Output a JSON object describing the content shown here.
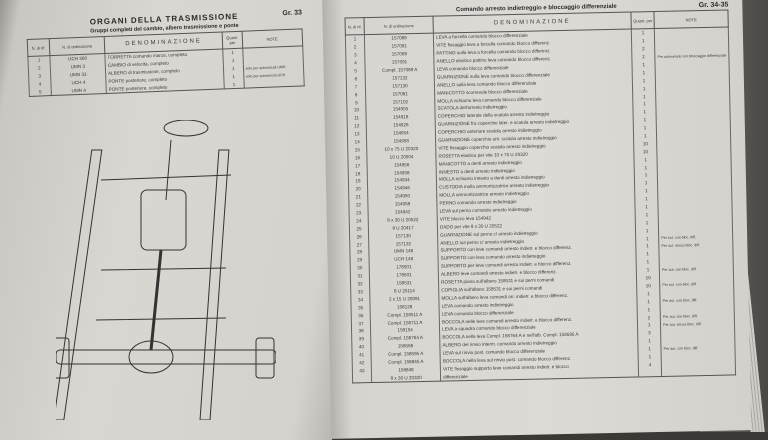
{
  "left_page": {
    "title": "ORGANI DELLA TRASMISSIONE",
    "group": "Gr. 33",
    "subtitle": "Gruppi completi del cambio, albero trasmissione e ponte",
    "columns": {
      "ref": "N. di rif.",
      "order": "N. di ordinazione",
      "name": "DENOMINAZIONE",
      "qty": "Quant. per",
      "notes": "NOTE"
    },
    "rows": [
      {
        "ref": "1",
        "order": "UCH 300",
        "name": "TORRETTA comando marce, completa",
        "qty": "1",
        "note": ""
      },
      {
        "ref": "2",
        "order": "UMN 3",
        "name": "CAMBIO di velocità, completo",
        "qty": "1",
        "note": ""
      },
      {
        "ref": "3",
        "order": "UMN 33",
        "name": "ALBERO di trasmissione, completo",
        "qty": "1",
        "note": "solo per autoveicoli UMN"
      },
      {
        "ref": "4",
        "order": "UCH 4",
        "name": "PONTE posteriore, completo",
        "qty": "1",
        "note": "solo per autoveicoli UCH"
      },
      {
        "ref": "5",
        "order": "UMN 4",
        "name": "PONTE posteriore, completo",
        "qty": "1",
        "note": ""
      }
    ]
  },
  "right_page": {
    "title": "Comando arresto indietreggio e bloccaggio differenziale",
    "group": "Gr. 34-35",
    "columns": {
      "ref": "N. di rif.",
      "order": "N. di ordinazione",
      "name": "DENOMINAZIONE",
      "qty": "Quant. per",
      "notes": "NOTE"
    },
    "rows": [
      {
        "ref": "1",
        "order": "157089",
        "name": "LEVA a forcella comando blocco differenziale",
        "qty": "1",
        "note": ""
      },
      {
        "ref": "2",
        "order": "157091",
        "name": "VITE fissaggio leva a forcella comando blocco differenz.",
        "qty": "1",
        "note": ""
      },
      {
        "ref": "3",
        "order": "157089",
        "name": "PATTINO sulla leva a forcella comando blocco differenz.",
        "qty": "2",
        "note": ""
      },
      {
        "ref": "4",
        "order": "157091",
        "name": "ANELLO elastico pattino leva comando blocco differenz.",
        "qty": "2",
        "note": "Per autoveicoli con bloccaggio differenziale"
      },
      {
        "ref": "5",
        "order": "Compl. 157089 A",
        "name": "LEVA comando blocco differenziale",
        "qty": "1",
        "note": ""
      },
      {
        "ref": "6",
        "order": "157132",
        "name": "GUARNIZIONE sulla leva comando blocco differenziale",
        "qty": "1",
        "note": ""
      },
      {
        "ref": "7",
        "order": "157130",
        "name": "ANELLO sulla leva comando blocco differenziale",
        "qty": "1",
        "note": ""
      },
      {
        "ref": "8",
        "order": "157081",
        "name": "MANICOTTO scorrevole blocco differenziale",
        "qty": "1",
        "note": ""
      },
      {
        "ref": "9",
        "order": "157102",
        "name": "MOLLA richiamo leva comando blocco differenziale",
        "qty": "1",
        "note": ""
      },
      {
        "ref": "10",
        "order": "154955",
        "name": "SCATOLA dell'arresto indietreggio",
        "qty": "1",
        "note": ""
      },
      {
        "ref": "11",
        "order": "154918",
        "name": "COPERCHIO laterale della scatola arresto indietreggio",
        "qty": "1",
        "note": ""
      },
      {
        "ref": "12",
        "order": "154926",
        "name": "GUARNIZIONE fra coperchio later. e scatola arresto indietreggio",
        "qty": "1",
        "note": ""
      },
      {
        "ref": "13",
        "order": "154954",
        "name": "COPERCHIO anteriore scatola arresto indietreggio",
        "qty": "1",
        "note": ""
      },
      {
        "ref": "14",
        "order": "154958",
        "name": "GUARNIZIONE coperchio ant. scatola arresto indietreggio",
        "qty": "1",
        "note": ""
      },
      {
        "ref": "15",
        "order": "10 x 75 U 20320",
        "name": "VITE fissaggio coperchio scatola arresto indietreggio",
        "qty": "10",
        "note": ""
      },
      {
        "ref": "16",
        "order": "10 U 20504",
        "name": "ROSETTA elastica per vite 10 x 75 U 20320",
        "qty": "10",
        "note": ""
      },
      {
        "ref": "17",
        "order": "154956",
        "name": "MANICOTTO a denti arresto indietreggio",
        "qty": "1",
        "note": ""
      },
      {
        "ref": "18",
        "order": "154958",
        "name": "INNESTO a denti arresto indietreggio",
        "qty": "1",
        "note": ""
      },
      {
        "ref": "19",
        "order": "154934",
        "name": "MOLLA richiamo innesto a denti arresto indietreggio",
        "qty": "1",
        "note": ""
      },
      {
        "ref": "20",
        "order": "154946",
        "name": "CUSTODIA molla ammortizzatrice arresto indietreggio",
        "qty": "1",
        "note": ""
      },
      {
        "ref": "21",
        "order": "154950",
        "name": "MOLLA ammortizzatrice arresto indietreggio",
        "qty": "1",
        "note": ""
      },
      {
        "ref": "22",
        "order": "154958",
        "name": "PERNO comando arresto indietreggio",
        "qty": "1",
        "note": ""
      },
      {
        "ref": "23",
        "order": "154942",
        "name": "LEVA sul perno comando arresto indietreggio",
        "qty": "1",
        "note": ""
      },
      {
        "ref": "24",
        "order": "8 x 30 U 20522",
        "name": "VITE blocco leva 154942",
        "qty": "1",
        "note": ""
      },
      {
        "ref": "25",
        "order": "8 U 20417",
        "name": "DADO per vite 8 x 30 U 20522",
        "qty": "1",
        "note": ""
      },
      {
        "ref": "26",
        "order": "157130",
        "name": "GUARNIZIONE sul perno c/ arresto indietreggio",
        "qty": "1",
        "note": ""
      },
      {
        "ref": "27",
        "order": "157132",
        "name": "ANELLO sul perno c/ arresto indietreggio",
        "qty": "1",
        "note": "Per aut. con bloc. diff."
      },
      {
        "ref": "28",
        "order": "UMN 148",
        "name": "SUPPORTO con leve comandi arresto indietr. e blocco differenz.",
        "qty": "1",
        "note": "Per aut. senza bloc. diff."
      },
      {
        "ref": "29",
        "order": "UCH 148",
        "name": "SUPPORTO con leva comando arresto indietreggio",
        "qty": "1",
        "note": ""
      },
      {
        "ref": "30",
        "order": "178501",
        "name": "SUPPORTO per leve comandi arresto indietr. e blocco differenz.",
        "qty": "1",
        "note": ""
      },
      {
        "ref": "31",
        "order": "178501",
        "name": "ALBERO leve comandi arresto indietr. e blocco differenz.",
        "qty": "1",
        "note": "Per aut. con bloc. diff."
      },
      {
        "ref": "32",
        "order": "158531",
        "name": "ROSETTA piana sull'albero 158531 e sui perni comandi",
        "qty": "10",
        "note": ""
      },
      {
        "ref": "33",
        "order": "8 U 20114",
        "name": "COPIGLIA sull'albero 158531 e sui perni comandi",
        "qty": "10",
        "note": "Per aut. con bloc. diff."
      },
      {
        "ref": "34",
        "order": "2 x 15 U 20091",
        "name": "MOLLA sull'albero leva comandi arr. indietr. e blocco differenz.",
        "qty": "1",
        "note": ""
      },
      {
        "ref": "35",
        "order": "158128",
        "name": "LEVA comando arresto indietreggio",
        "qty": "1",
        "note": "Per aut. con bloc. diff."
      },
      {
        "ref": "36",
        "order": "Compl. 158511 A",
        "name": "LEVA comando blocco differenziale",
        "qty": "1",
        "note": ""
      },
      {
        "ref": "37",
        "order": "Compl. 158711 A",
        "name": "BOCCOLA nelle leve comandi arresto indietr. e blocco differenz.",
        "qty": "2",
        "note": "Per aut. con bloc. diff."
      },
      {
        "ref": "38",
        "order": "158154",
        "name": "LEVA a squadra comando blocco differenziale",
        "qty": "1",
        "note": "Per aut. senza bloc. diff."
      },
      {
        "ref": "39",
        "order": "Compl. 158764 A",
        "name": "BOCCOLA nella leva Compl. 158764 A e nell'alb. Compl. 158595 A",
        "qty": "3",
        "note": ""
      },
      {
        "ref": "40",
        "order": "158568",
        "name": "ALBERO del rinvio interm. comando arresto indietreggio",
        "qty": "1",
        "note": ""
      },
      {
        "ref": "41",
        "order": "Compl. 158595 A",
        "name": "LEVA sul rinvio post. comando blocco differenziale",
        "qty": "1",
        "note": "Per aut. con bloc. diff."
      },
      {
        "ref": "42",
        "order": "Compl. 158845 A",
        "name": "BOCCOLA nella leva sul rinvio post. comando blocco differenz.",
        "qty": "1",
        "note": ""
      },
      {
        "ref": "43",
        "order": "158848",
        "name": "VITE fissaggio supporto leve comandi arresto indietr. e blocco",
        "qty": "4",
        "note": ""
      },
      {
        "ref": "",
        "order": "8 x 30 U 20320",
        "name": "differenziale",
        "qty": "",
        "note": ""
      }
    ]
  }
}
